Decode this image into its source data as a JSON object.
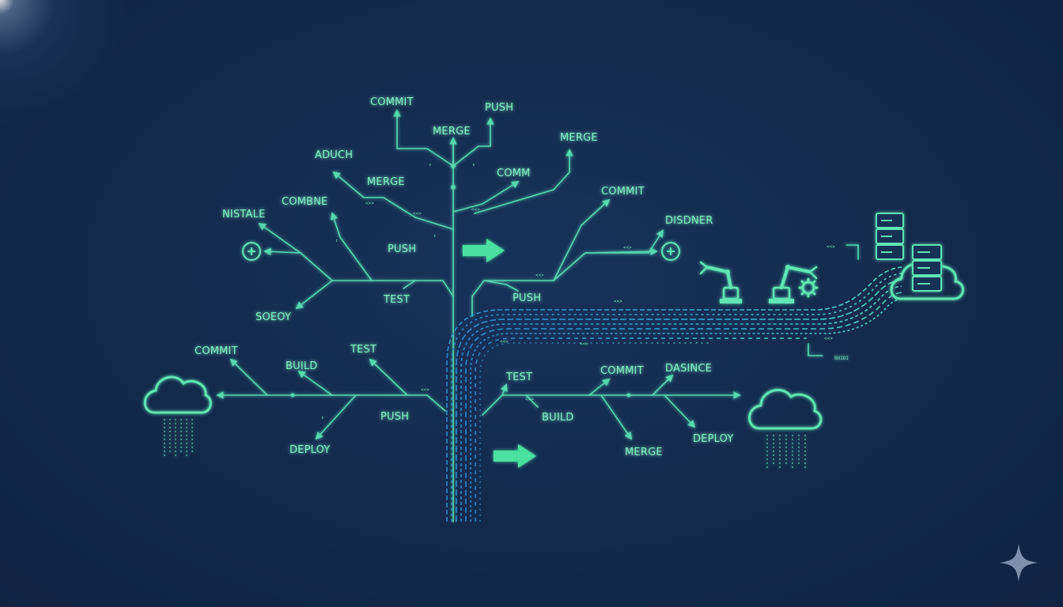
{
  "labels": {
    "commit_top": "COMMIT",
    "push_top": "PUSH",
    "merge_top": "MERGE",
    "merge_right_top": "MERGE",
    "aduch": "ADUCH",
    "comm": "COMM",
    "merge_mid": "MERGE",
    "commit_right": "COMMIT",
    "combine": "COMBNE",
    "nistale": "NISTALE",
    "disdner": "DISDNER",
    "push_mid": "PUSH",
    "push_right": "PUSH",
    "test_mid": "TEST",
    "soeoy": "SOEOY",
    "commit_left": "COMMIT",
    "test_left": "TEST",
    "build_left": "BUILD",
    "push_low": "PUSH",
    "deploy_left": "DEPLOY",
    "test_right": "TEST",
    "commit_right_low": "COMMIT",
    "dasince": "DASINCE",
    "build_right": "BUILD",
    "merge_low": "MERGE",
    "deploy_right": "DEPLOY",
    "build_small": "BUIDI"
  },
  "colors": {
    "background": "#13294a",
    "branch": "#56d8b0",
    "label": "#7ff2c2",
    "stream": "#3fa8d8",
    "arrow": "#48e0a0"
  },
  "icons": [
    "plus-circle-icon",
    "cloud-icon",
    "server-stack-icon",
    "robot-arm-icon",
    "gear-icon",
    "arrow-right-icon",
    "sparkle-icon"
  ]
}
